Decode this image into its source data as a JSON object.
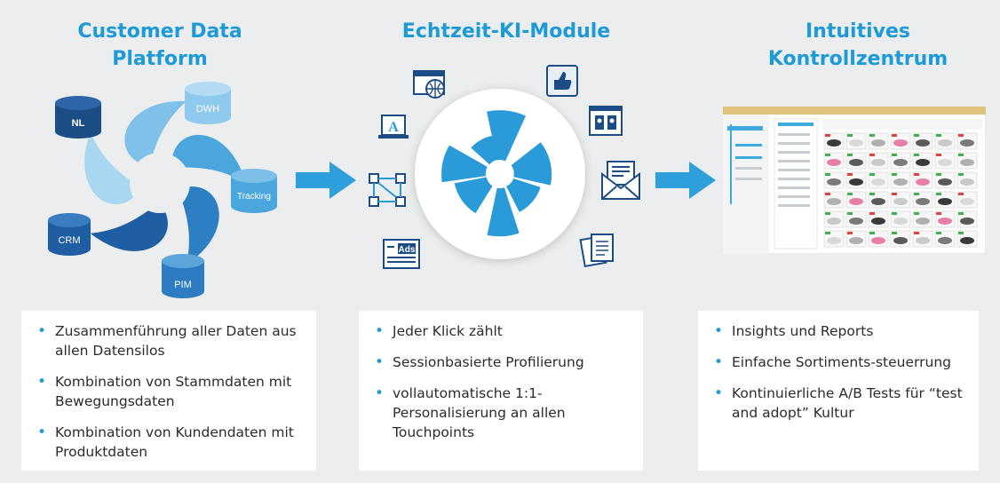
{
  "columns": [
    {
      "title_line1": "Customer Data",
      "title_line2": "Platform",
      "bullets": [
        "Zusammenführung aller Daten aus allen Datensilos",
        "Kombination von Stammdaten mit Bewegungsdaten",
        "Kombination von Kundendaten mit Produktdaten"
      ]
    },
    {
      "title_line1": "Echtzeit-KI-Module",
      "bullets": [
        "Jeder Klick zählt",
        "Sessionbasierte Profilierung",
        "vollautomatische 1:1-Personalisierung an allen Touchpoints"
      ]
    },
    {
      "title_line1": "Intuitives",
      "title_line2": "Kontrollzentrum",
      "bullets": [
        "Insights und Reports",
        "Einfache Sortiments-steuerrung",
        "Kontinuierliche A/B Tests für “test and adopt” Kultur"
      ]
    }
  ],
  "data_sources": [
    "NL",
    "DWH",
    "Tracking",
    "CRM",
    "PIM"
  ],
  "module_icons": [
    "web-icon",
    "like-icon",
    "content-icon",
    "ai-icon",
    "network-icon",
    "newsletter-icon",
    "ads-icon",
    "documents-icon"
  ],
  "ads_label": "Ads",
  "colors": {
    "accent": "#1e9ad6",
    "dark_blue": "#1a4f8c",
    "panel": "#ffffff",
    "background": "#ebedee"
  }
}
